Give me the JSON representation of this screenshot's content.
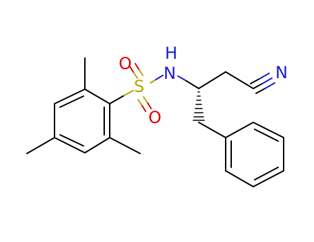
{
  "molecule": {
    "atoms": {
      "sulfur": "S",
      "oxygen_top": "O",
      "oxygen_bottom": "O",
      "nitrogen_amide": "N",
      "hydrogen_amide": "H",
      "nitrogen_nitrile": "N"
    },
    "colors": {
      "carbon": "#000000",
      "sulfur": "#b3a600",
      "oxygen": "#e00000",
      "nitrogen": "#1a1acc"
    }
  }
}
